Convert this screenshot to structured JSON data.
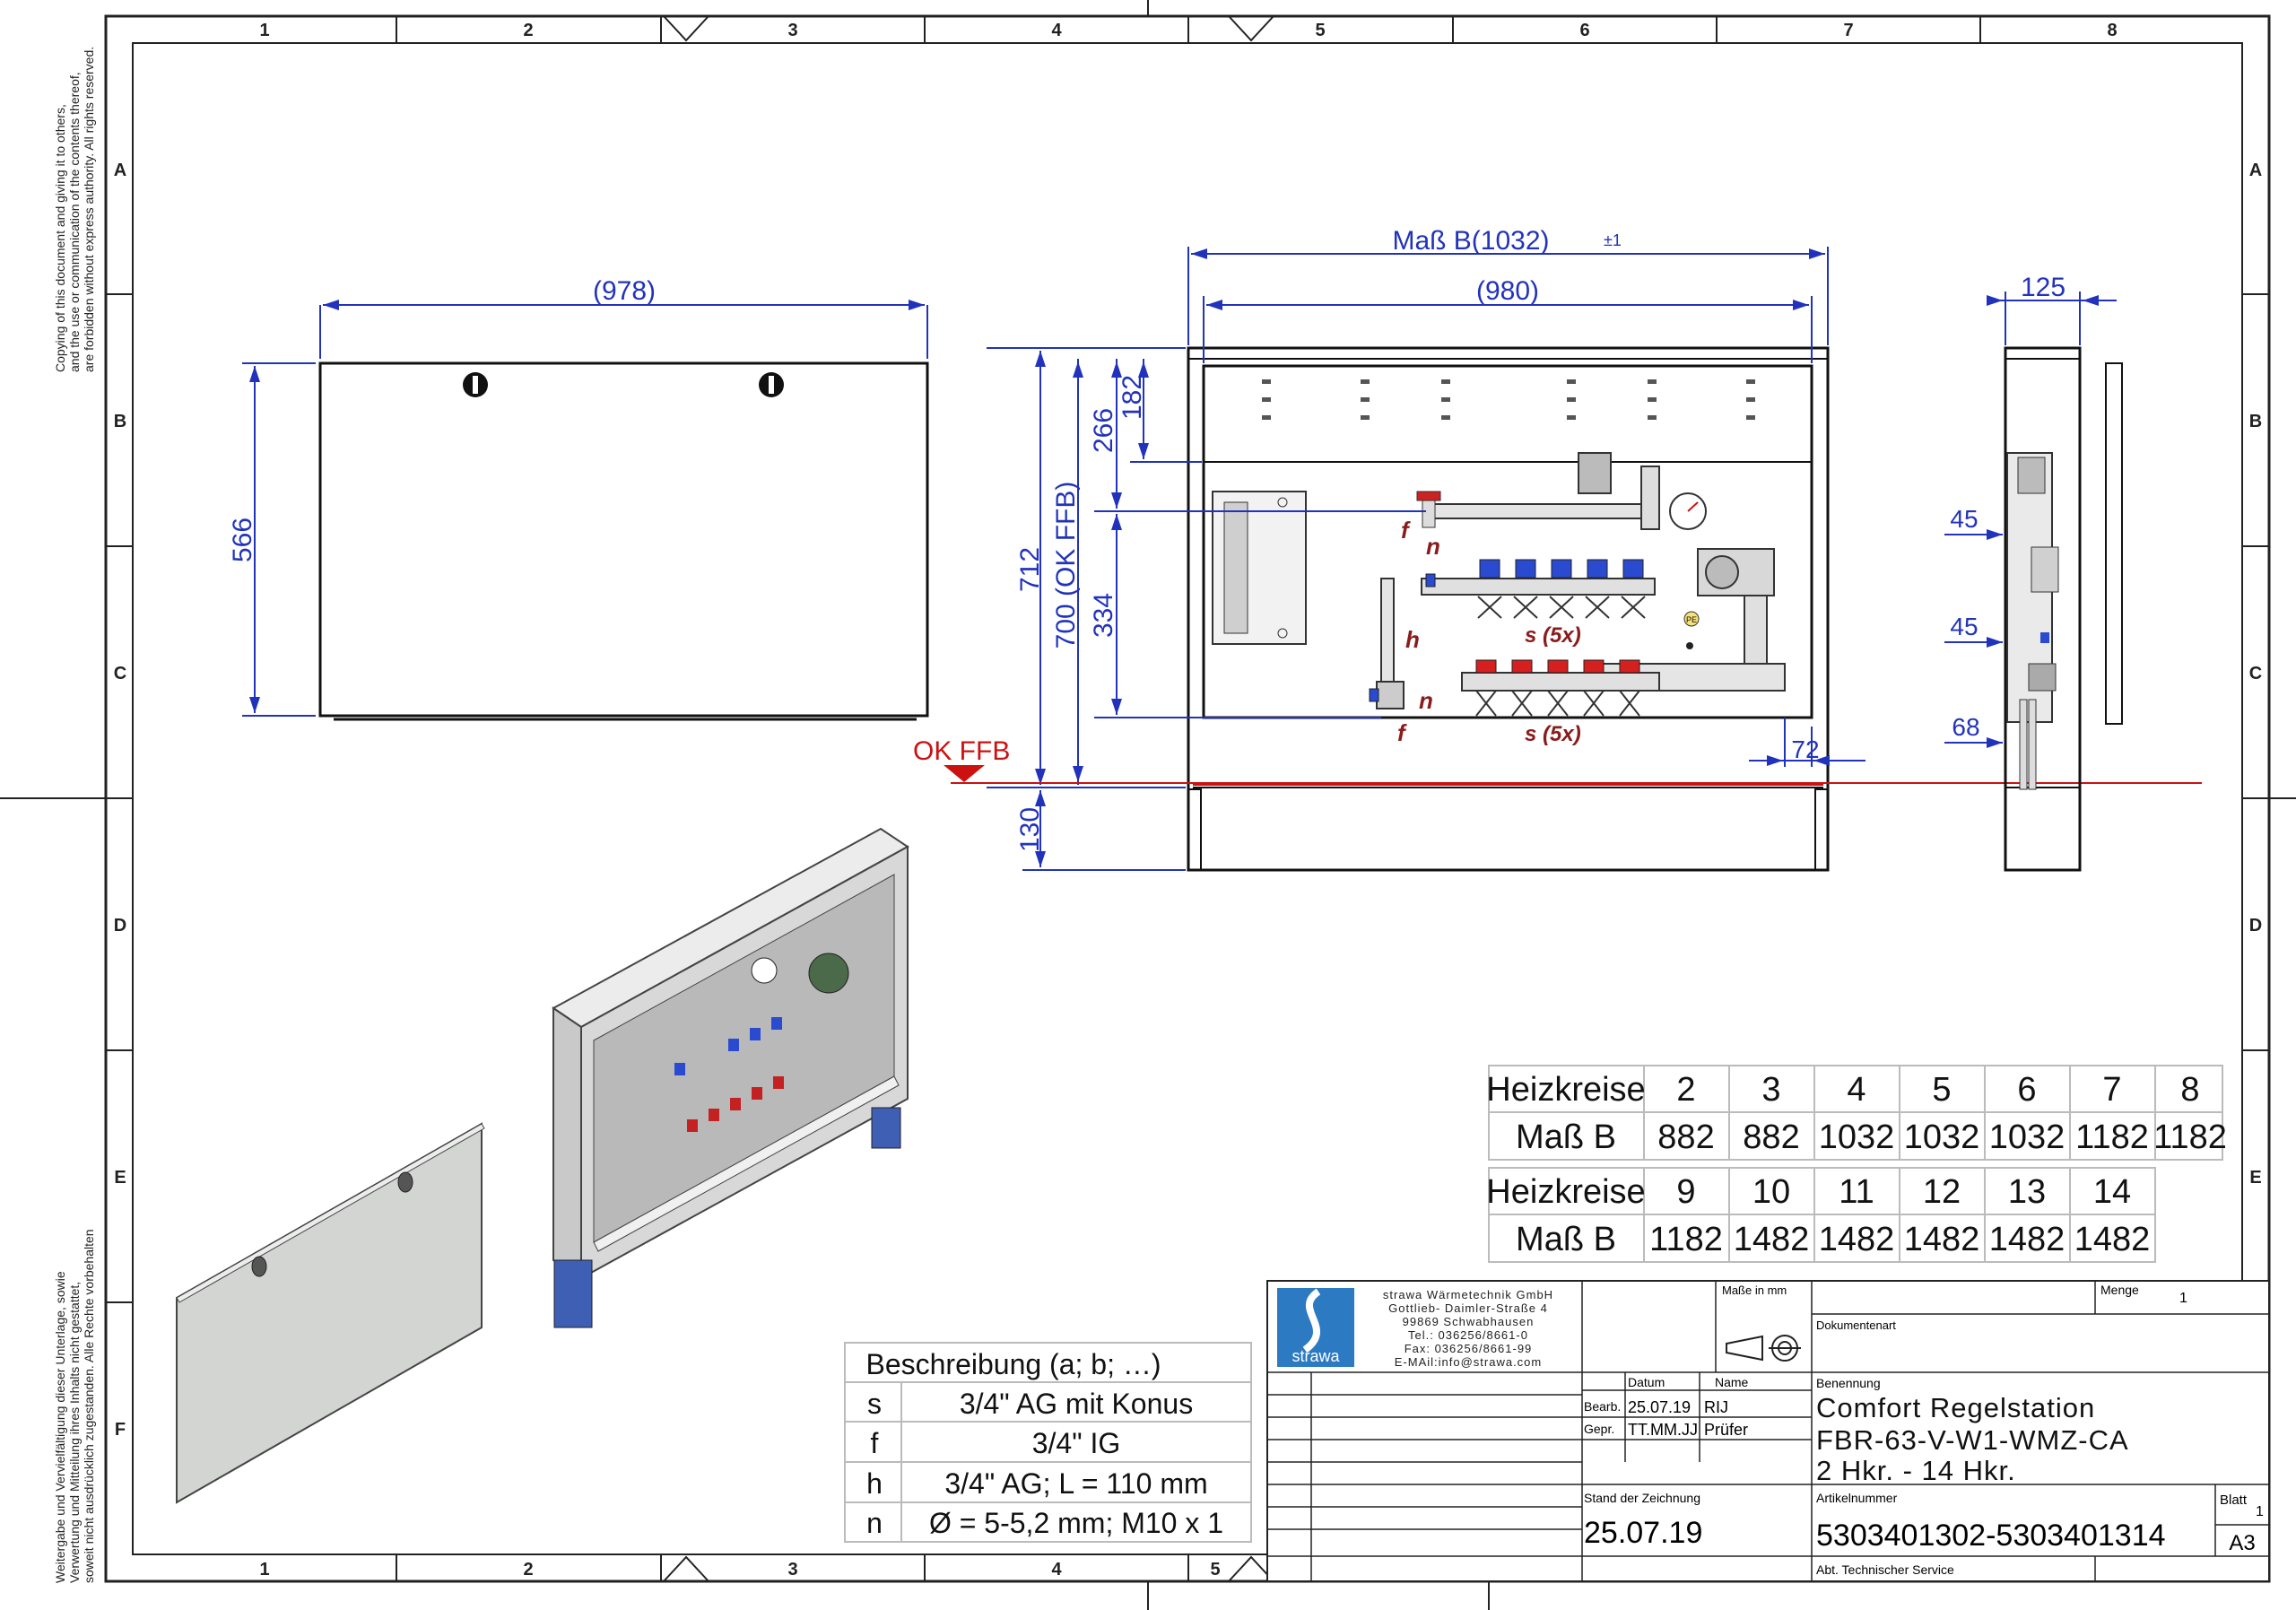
{
  "sheet": {
    "column_numbers": [
      "1",
      "2",
      "3",
      "4",
      "5",
      "6",
      "7",
      "8"
    ],
    "bottom_column_numbers": [
      "1",
      "2",
      "3",
      "4",
      "5"
    ],
    "row_letters": [
      "A",
      "B",
      "C",
      "D",
      "E",
      "F"
    ],
    "copyright_en": [
      "Copying of this document and giving it to others,",
      "and the use or communication of the contents thereof,",
      "are forbidden without express authority.  All rights reserved."
    ],
    "copyright_de": [
      "Weitergabe und Vervielfältigung dieser Unterlage, sowie",
      "Verwertung und Mitteilung ihres Inhalts nicht gestattet,",
      "soweit nicht ausdrücklich zugestanden.  Alle Rechte vorbehalten"
    ]
  },
  "front_cover": {
    "width_dim": "(978)",
    "height_dim": "566"
  },
  "front_view": {
    "mass_b_label": "Maß B(1032)",
    "tolerance": "±1",
    "inner_width": "(980)",
    "dim_712": "712",
    "dim_700": "700 (OK FFB)",
    "dim_266": "266",
    "dim_182": "182",
    "dim_334": "334",
    "dim_130": "130",
    "dim_72": "72",
    "ok_ffb": "OK FFB",
    "callouts": {
      "f_top": "f",
      "n_top": "n",
      "h": "h",
      "s_top": "s (5x)",
      "n_bottom": "n",
      "f_bottom": "f",
      "s_bottom": "s (5x)",
      "pe": "PE"
    }
  },
  "side_view": {
    "depth": "125",
    "dim_45a": "45",
    "dim_45b": "45",
    "dim_68": "68"
  },
  "heizkreise_table": {
    "row1_label": "Heizkreise",
    "row2_label": "Maß B",
    "block1": {
      "heizkreise": [
        "2",
        "3",
        "4",
        "5",
        "6",
        "7",
        "8"
      ],
      "mass_b": [
        "882",
        "882",
        "1032",
        "1032",
        "1032",
        "1182",
        "1182"
      ]
    },
    "block2": {
      "heizkreise": [
        "9",
        "10",
        "11",
        "12",
        "13",
        "14"
      ],
      "mass_b": [
        "1182",
        "1482",
        "1482",
        "1482",
        "1482",
        "1482"
      ]
    },
    "highlight_color": "#1a5fb4"
  },
  "description_table": {
    "header": "Beschreibung (a; b; …)",
    "rows": [
      {
        "key": "s",
        "value": "3/4\" AG mit Konus"
      },
      {
        "key": "f",
        "value": "3/4\" IG"
      },
      {
        "key": "h",
        "value": "3/4\" AG; L = 110 mm"
      },
      {
        "key": "n",
        "value": "Ø = 5-5,2 mm; M10 x 1"
      }
    ]
  },
  "title_block": {
    "logo_text": "strawa",
    "company": [
      "strawa Wärmetechnik GmbH",
      "Gottlieb- Daimler-Straße 4",
      "99869 Schwabhausen",
      "Tel.: 036256/8661-0",
      "Fax: 036256/8661-99",
      "E-MAil:info@strawa.com"
    ],
    "masse_label": "Maße in mm",
    "menge_label": "Menge",
    "menge_value": "1",
    "dokumentenart_label": "Dokumentenart",
    "datum_label": "Datum",
    "name_label": "Name",
    "benennung_label": "Benennung",
    "bearb_label": "Bearb.",
    "bearb_date": "25.07.19",
    "bearb_name": "RIJ",
    "gepr_label": "Gepr.",
    "gepr_date": "TT.MM.JJ",
    "gepr_name": "Prüfer",
    "title_lines": [
      "Comfort Regelstation",
      "FBR-63-V-W1-WMZ-CA",
      "2 Hkr. - 14 Hkr."
    ],
    "stand_label": "Stand der Zeichnung",
    "stand_value": "25.07.19",
    "artikel_label": "Artikelnummer",
    "artikel_value": "5303401302-5303401314",
    "blatt_label": "Blatt",
    "blatt_value": "1",
    "format": "A3",
    "abt": "Abt. Technischer Service"
  }
}
